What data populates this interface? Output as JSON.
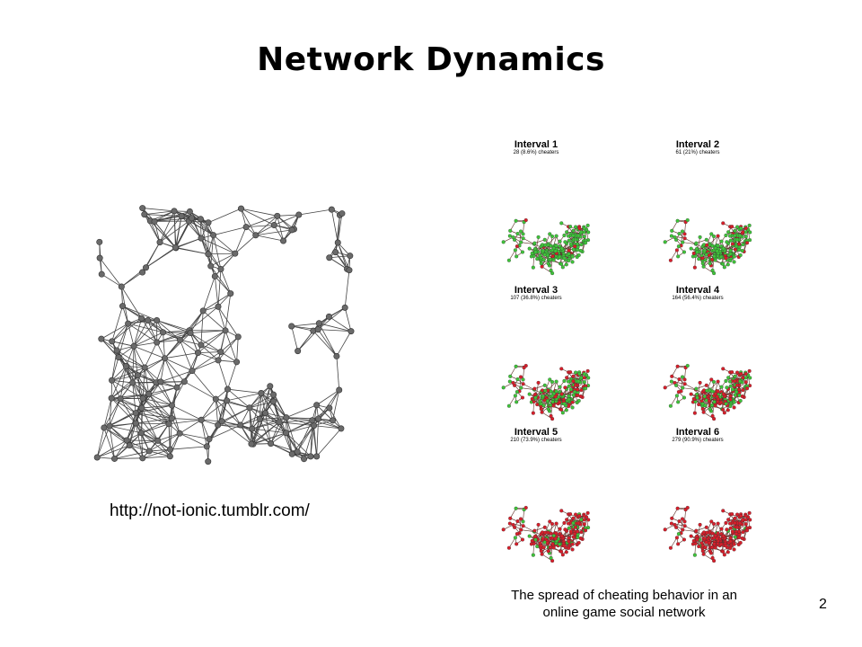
{
  "slide": {
    "title": "Network Dynamics",
    "url": "http://not-ionic.tumblr.com/",
    "caption_line1": "The spread of cheating behavior in an",
    "caption_line2": "online game social network",
    "page_number": "2"
  },
  "intervals": [
    {
      "title": "Interval 1",
      "subtitle": "28 (8.6%) cheaters",
      "cheater_share": 0.086
    },
    {
      "title": "Interval 2",
      "subtitle": "61 (21%) cheaters",
      "cheater_share": 0.21
    },
    {
      "title": "Interval 3",
      "subtitle": "107 (36.8%) cheaters",
      "cheater_share": 0.368
    },
    {
      "title": "Interval 4",
      "subtitle": "164 (56.4%) cheaters",
      "cheater_share": 0.564
    },
    {
      "title": "Interval 5",
      "subtitle": "210 (73.9%) cheaters",
      "cheater_share": 0.739
    },
    {
      "title": "Interval 6",
      "subtitle": "279 (90.9%) cheaters",
      "cheater_share": 0.909
    }
  ],
  "colors": {
    "cheater": "#d81e2a",
    "non_cheater": "#3fc43a",
    "edge": "#5a2b22",
    "graph": "#444444"
  }
}
